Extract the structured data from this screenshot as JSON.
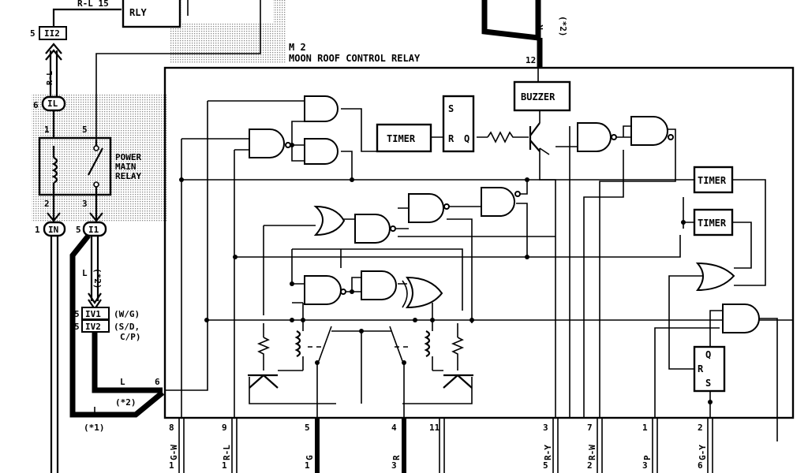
{
  "relay": {
    "ref": "M 2",
    "name": "MOON ROOF CONTROL RELAY",
    "top_pin": "12",
    "top_wire": "R",
    "top_wire_note": "(*2)"
  },
  "internal": {
    "buzzer": "BUZZER",
    "timer": "TIMER",
    "sr_s": "S",
    "sr_r": "R",
    "sr_q": "Q",
    "reset_q": "Q",
    "reset_r": "R",
    "reset_s": "S"
  },
  "top_left": {
    "rly_label": "RLY",
    "wire_label": "R-L 15"
  },
  "power_main_relay": {
    "line1": "POWER",
    "line2": "MAIN",
    "line3": "RELAY",
    "pin1": "1",
    "pin5": "5",
    "pin2": "2",
    "pin3": "3"
  },
  "connectors": {
    "c1_num": "5",
    "c1_id": "II2",
    "c2_num": "6",
    "c2_id": "IL",
    "c3_num": "1",
    "c3_id": "IN",
    "c4_num": "5",
    "c4_id": "I1",
    "iv1_num": "5",
    "iv1_id": "IV1",
    "iv1_note": "(W/G)",
    "iv2_num": "5",
    "iv2_id": "IV2",
    "iv2_note1": "(S/D,",
    "iv2_note2": "C/P)"
  },
  "left_wires": {
    "rl": "R-L",
    "l_top": "L",
    "note_top": "(*2)",
    "l_mid": "L",
    "pin6": "6",
    "note_mid": "(*2)",
    "l_bot": "L",
    "note_bot": "(*1)"
  },
  "bottom_pins": [
    {
      "top": "8",
      "wire": "G-W",
      "bottom": "1"
    },
    {
      "top": "9",
      "wire": "R-L",
      "bottom": "1"
    },
    {
      "top": "5",
      "wire": "G",
      "bottom": "1"
    },
    {
      "top": "4",
      "wire": "R",
      "bottom": "3"
    },
    {
      "top": "11",
      "wire": "",
      "bottom": ""
    },
    {
      "top": "3",
      "wire": "R-Y",
      "bottom": "5"
    },
    {
      "top": "7",
      "wire": "R-W",
      "bottom": "2"
    },
    {
      "top": "1",
      "wire": "P",
      "bottom": "3"
    },
    {
      "top": "2",
      "wire": "G-Y",
      "bottom": "6"
    }
  ]
}
